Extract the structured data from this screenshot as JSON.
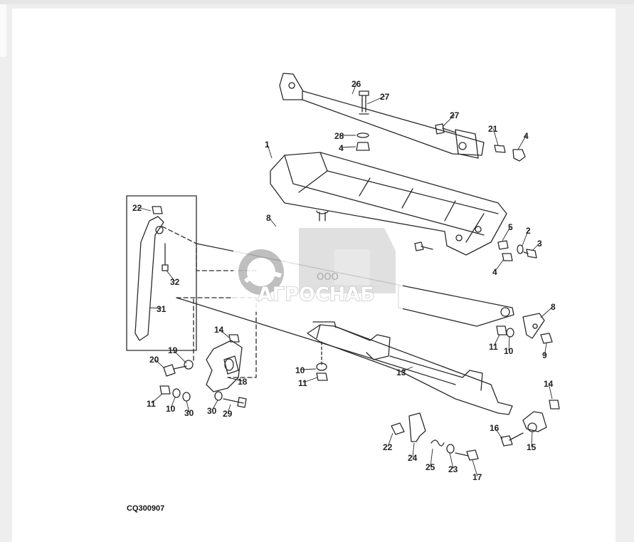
{
  "figure": {
    "code": "CQ300907",
    "callouts": [
      "26",
      "27",
      "27",
      "28",
      "4",
      "21",
      "4",
      "1",
      "22",
      "8",
      "5",
      "2",
      "3",
      "32",
      "4",
      "31",
      "8",
      "14",
      "11",
      "10",
      "9",
      "19",
      "20",
      "18",
      "10",
      "11",
      "13",
      "14",
      "11",
      "10",
      "30",
      "30",
      "29",
      "16",
      "15",
      "22",
      "24",
      "25",
      "23",
      "17"
    ]
  },
  "watermark": {
    "brand": "АГРОСНАБ",
    "prefix": "ООО"
  },
  "colors": {
    "line": "#2a2a2a",
    "watermark_gray": "#a8a8a8",
    "background": "#ffffff"
  }
}
